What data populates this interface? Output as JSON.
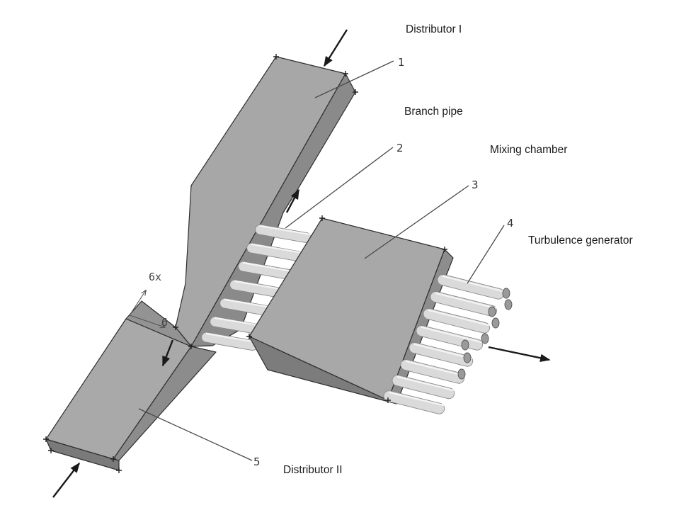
{
  "labels": {
    "distributor_1": "Distributor I",
    "branch_pipe": "Branch pipe",
    "mixing_chamber": "Mixing chamber",
    "turbulence_generator": "Turbulence generator",
    "distributor_2": "Distributor II"
  },
  "callouts": [
    "1",
    "2",
    "3",
    "4",
    "5"
  ],
  "axis_symbols": {
    "upper": "6x",
    "lower": "6"
  },
  "colors": {
    "body_top": "#a9a9a9",
    "body_side": "#8c8c8c",
    "body_front": "#7a7a7a",
    "tube": "#dadada"
  }
}
